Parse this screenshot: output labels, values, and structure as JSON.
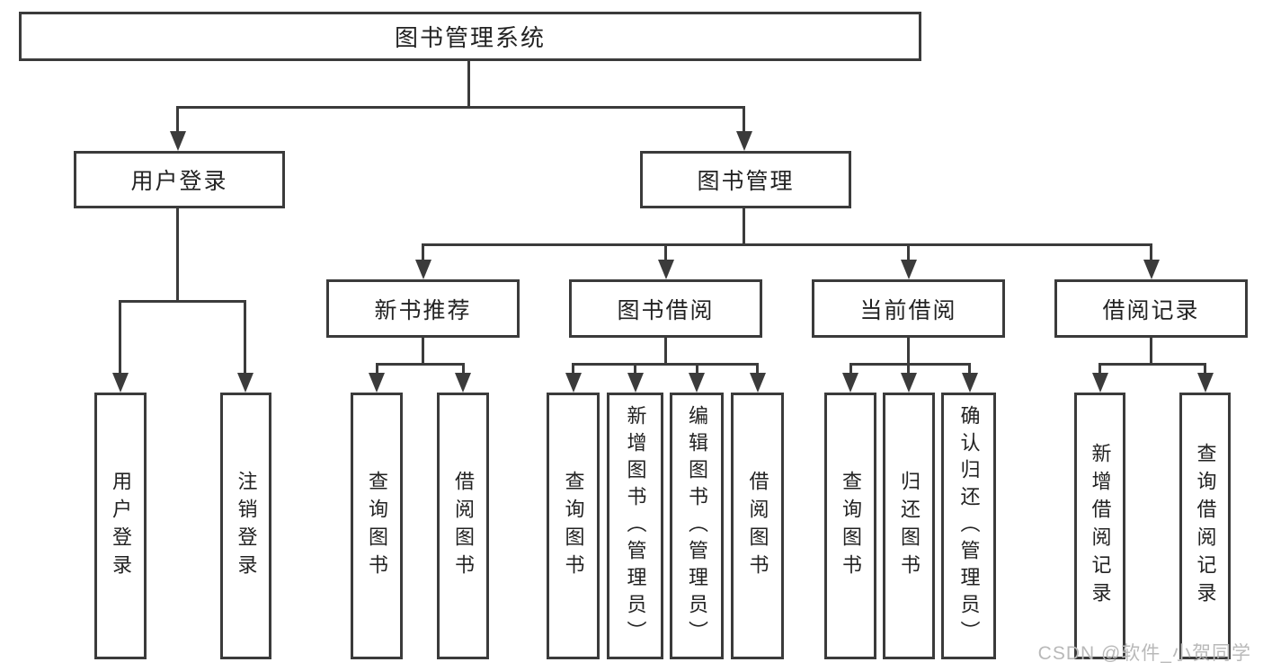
{
  "diagram": {
    "root": {
      "label": "图书管理系统"
    },
    "level2": [
      {
        "id": "user-login",
        "label": "用户登录"
      },
      {
        "id": "book-management",
        "label": "图书管理"
      }
    ],
    "level3": [
      {
        "id": "new-book-recommend",
        "label": "新书推荐"
      },
      {
        "id": "book-borrow",
        "label": "图书借阅"
      },
      {
        "id": "current-borrow",
        "label": "当前借阅"
      },
      {
        "id": "borrow-records",
        "label": "借阅记录"
      }
    ],
    "leaves": [
      {
        "id": "user-login-leaf",
        "label": "用户登录"
      },
      {
        "id": "logout",
        "label": "注销登录"
      },
      {
        "id": "query-books-recommend",
        "label": "查询图书"
      },
      {
        "id": "borrow-books-recommend",
        "label": "借阅图书"
      },
      {
        "id": "query-books-borrow",
        "label": "查询图书"
      },
      {
        "id": "add-book-admin",
        "label": "新增图书（管理员）"
      },
      {
        "id": "edit-book-admin",
        "label": "编辑图书（管理员）"
      },
      {
        "id": "borrow-books-borrow",
        "label": "借阅图书"
      },
      {
        "id": "query-books-current",
        "label": "查询图书"
      },
      {
        "id": "return-book",
        "label": "归还图书"
      },
      {
        "id": "confirm-return-admin",
        "label": "确认归还（管理员）"
      },
      {
        "id": "add-borrow-record",
        "label": "新增借阅记录"
      },
      {
        "id": "query-borrow-record",
        "label": "查询借阅记录"
      }
    ]
  },
  "watermark": {
    "text": "CSDN @软件_小贺同学"
  },
  "colors": {
    "line": "#3b3b3b",
    "text": "#222222",
    "background": "#ffffff",
    "watermark": "#b9b9b9"
  }
}
